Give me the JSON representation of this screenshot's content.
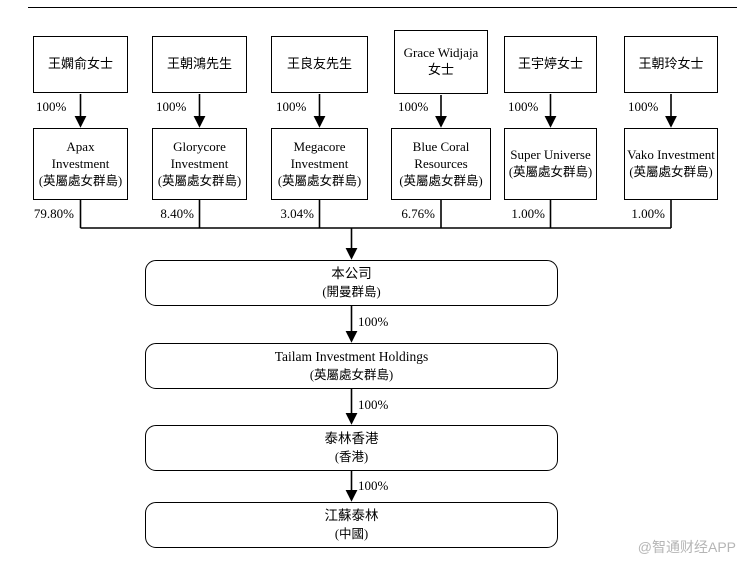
{
  "owners": [
    {
      "name": "王嫻俞女士",
      "stake": "100%"
    },
    {
      "name": "王朝鴻先生",
      "stake": "100%"
    },
    {
      "name": "王良友先生",
      "stake": "100%"
    },
    {
      "name": "Grace Widjaja 女士",
      "stake": "100%"
    },
    {
      "name": "王宇婷女士",
      "stake": "100%"
    },
    {
      "name": "王朝玲女士",
      "stake": "100%"
    }
  ],
  "holdcos": [
    {
      "name": "Apax Investment",
      "jurisdiction": "(英屬處女群島)",
      "stake": "79.80%"
    },
    {
      "name": "Glorycore Investment",
      "jurisdiction": "(英屬處女群島)",
      "stake": "8.40%"
    },
    {
      "name": "Megacore Investment",
      "jurisdiction": "(英屬處女群島)",
      "stake": "3.04%"
    },
    {
      "name": "Blue Coral Resources",
      "jurisdiction": "(英屬處女群島)",
      "stake": "6.76%"
    },
    {
      "name": "Super Universe",
      "jurisdiction": "(英屬處女群島)",
      "stake": "1.00%"
    },
    {
      "name": "Vako Investment",
      "jurisdiction": "(英屬處女群島)",
      "stake": "1.00%"
    }
  ],
  "chain": [
    {
      "name": "本公司",
      "jurisdiction": "(開曼群島)",
      "stake": ""
    },
    {
      "name": "Tailam Investment Holdings",
      "jurisdiction": "(英屬處女群島)",
      "stake": "100%"
    },
    {
      "name": "泰林香港",
      "jurisdiction": "(香港)",
      "stake": "100%"
    },
    {
      "name": "江蘇泰林",
      "jurisdiction": "(中國)",
      "stake": "100%"
    }
  ],
  "page": {
    "watermark": "@智通财经APP"
  }
}
